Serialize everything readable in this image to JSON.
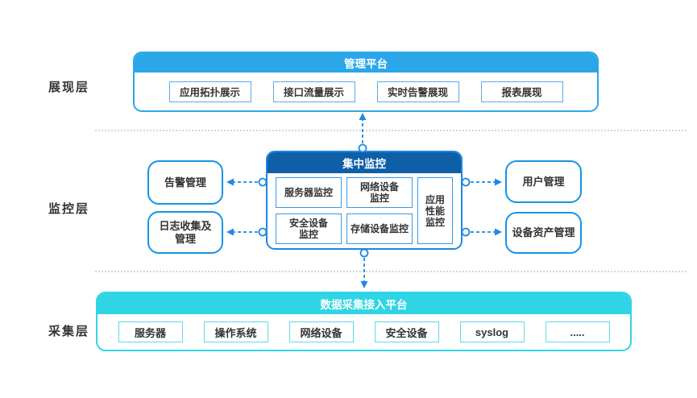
{
  "layers": {
    "presentation": "展现层",
    "monitoring": "监控层",
    "collection": "采集层"
  },
  "management_platform": {
    "title": "管理平台",
    "items": [
      "应用拓扑展示",
      "接口流量展示",
      "实时告警展现",
      "报表展现"
    ]
  },
  "central_monitoring": {
    "title": "集中监控",
    "server": "服务器监控",
    "network": "网络设备\n监控",
    "security": "安全设备\n监控",
    "storage": "存储设备监控",
    "apm": "应用\n性能\n监控"
  },
  "side_modules": {
    "alert": "告警管理",
    "log": "日志收集及\n管理",
    "user": "用户管理",
    "asset": "设备资产管理"
  },
  "data_platform": {
    "title": "数据采集接入平台",
    "items": [
      "服务器",
      "操作系统",
      "网络设备",
      "安全设备",
      "syslog",
      "....."
    ]
  },
  "colors": {
    "presentation_header": "#2aa7e8",
    "central_header": "#0f5ea8",
    "central_border": "#1e88e5",
    "collection_header": "#30d5e5",
    "connector": "#1e88e5",
    "divider": "#d6d6d6"
  }
}
